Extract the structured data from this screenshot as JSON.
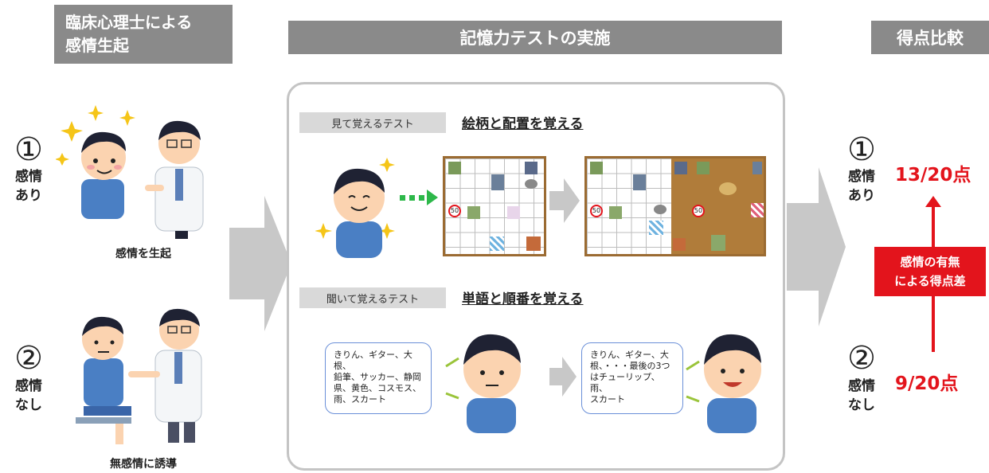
{
  "headers": {
    "induction": "臨床心理士による\n感情生起",
    "memory_test": "記憶力テストの実施",
    "score_compare": "得点比較"
  },
  "conditions": [
    {
      "number": "①",
      "label": "感情\nあり",
      "caption": "感情を生起",
      "score": "13/20点"
    },
    {
      "number": "②",
      "label": "感情\nなし",
      "caption": "無感情に誘導",
      "score": "9/20点"
    }
  ],
  "tests": {
    "visual": {
      "pill": "見て覚えるテスト",
      "title": "絵柄と配置を覚える",
      "grid_marker": "50"
    },
    "auditory": {
      "pill": "聞いて覚えるテスト",
      "title": "単語と順番を覚える",
      "bubble_left": "きりん、ギター、大根、\n鉛筆、サッカー、静岡\n県、黄色、コスモス、\n雨、スカート",
      "bubble_right": "きりん、ギター、大\n根、・・・最後の3つ\nはチューリップ、雨、\nスカート"
    }
  },
  "difference_label": "感情の有無\nによる得点差",
  "colors": {
    "header_gray": "#8a8a8a",
    "accent_red": "#e3141c",
    "arrow_gray": "#c8c8c8",
    "arrow_green": "#2db84a"
  }
}
